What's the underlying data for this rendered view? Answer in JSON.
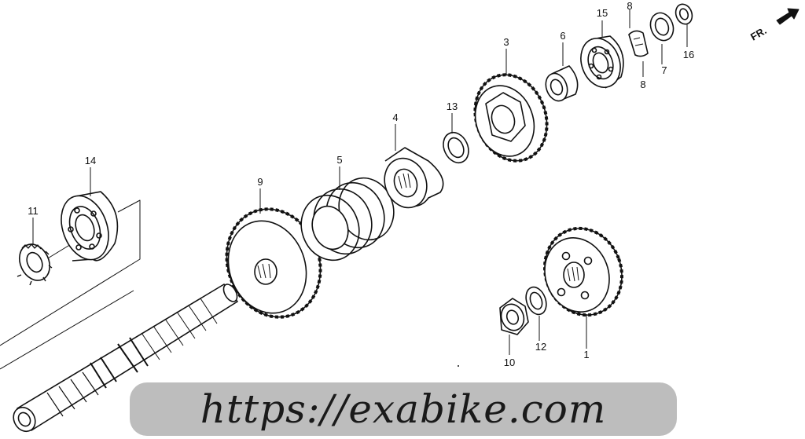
{
  "direction_label": "FR.",
  "callouts": {
    "c1": "1",
    "c3": "3",
    "c4": "4",
    "c5": "5",
    "c6": "6",
    "c7": "7",
    "c8a": "8",
    "c8b": "8",
    "c9": "9",
    "c10": "10",
    "c11": "11",
    "c12": "12",
    "c13": "13",
    "c14": "14",
    "c15": "15",
    "c16": "16"
  },
  "watermark": {
    "text": "https://exabike.com"
  },
  "colors": {
    "line": "#111111",
    "watermark_bg": "#bdbdbd",
    "background": "#ffffff"
  }
}
